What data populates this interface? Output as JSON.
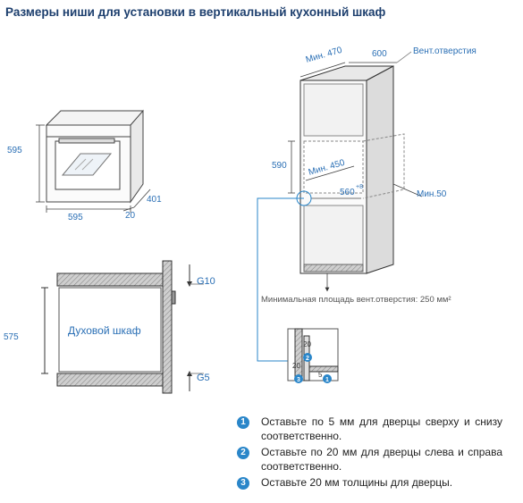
{
  "title": "Размеры ниши для установки в вертикальный кухонный шкаф",
  "oven_dims": {
    "height": "595",
    "width": "595",
    "depth": "401",
    "door": "20"
  },
  "cabinet_dims": {
    "min_depth": "Мин. 470",
    "depth": "600",
    "vent_holes": "Вент.отверстия",
    "niche_height": "590",
    "min_width": "Мин. 450",
    "width": "560",
    "width_tolerance": "+8",
    "min_gap": "Мин.50"
  },
  "min_vent_area": "Минимальная площадь вент.отверстия: 250 мм²",
  "side_view": {
    "height": "575",
    "oven_label": "Духовой шкаф",
    "gap_top": "G10",
    "gap_bottom": "G5"
  },
  "detail_labels": {
    "top_vertical": "20",
    "mid_vertical": "20",
    "bottom_gap": "5",
    "markers": [
      "1",
      "2",
      "3"
    ]
  },
  "notes": [
    {
      "badge": "1",
      "text": "Оставьте по 5 мм для дверцы сверху и снизу соответственно."
    },
    {
      "badge": "2",
      "text": "Оставьте по 20 мм для дверцы слева и справа соответственно."
    },
    {
      "badge": "3",
      "text": "Оставьте 20 мм толщины для дверцы."
    }
  ],
  "colors": {
    "accent": "#2a6fb5",
    "badge": "#2a86c9",
    "title": "#1d3f6e",
    "line": "#333333"
  }
}
